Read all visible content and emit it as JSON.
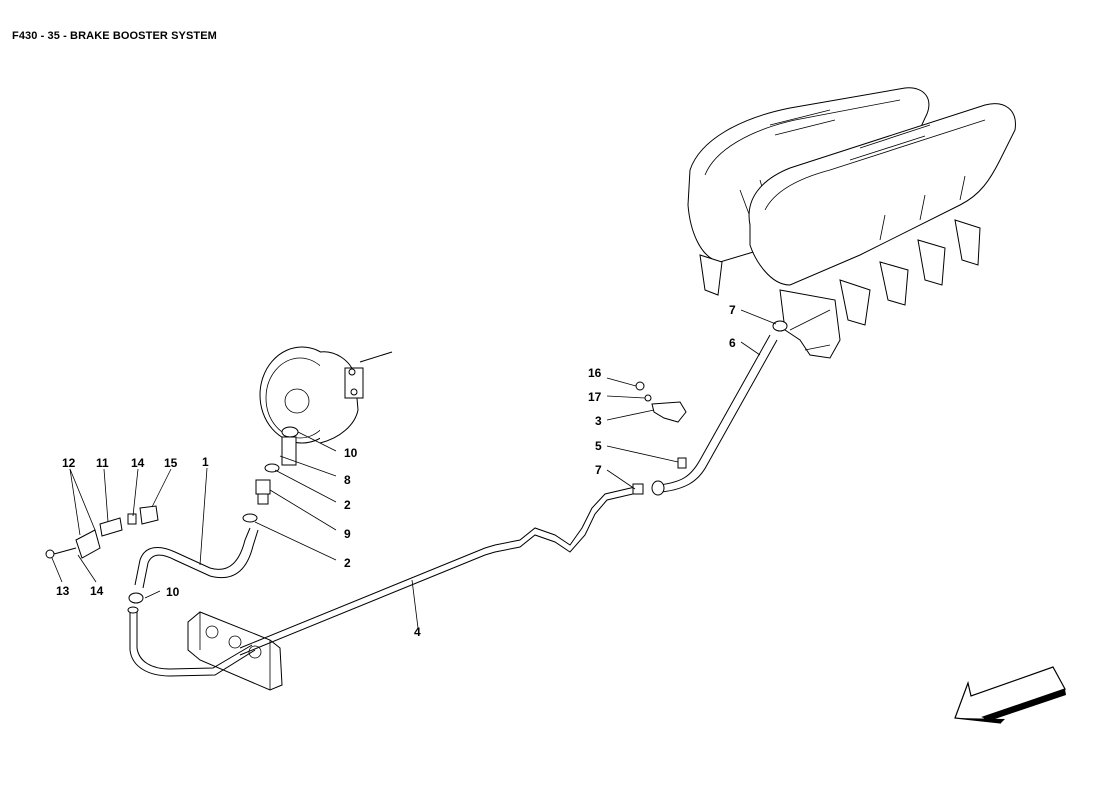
{
  "title": "F430 - 35 - BRAKE BOOSTER SYSTEM",
  "callouts": [
    {
      "id": "c1",
      "label": "1"
    },
    {
      "id": "c2a",
      "label": "2"
    },
    {
      "id": "c2b",
      "label": "2"
    },
    {
      "id": "c3",
      "label": "3"
    },
    {
      "id": "c4",
      "label": "4"
    },
    {
      "id": "c5",
      "label": "5"
    },
    {
      "id": "c6",
      "label": "6"
    },
    {
      "id": "c7a",
      "label": "7"
    },
    {
      "id": "c7b",
      "label": "7"
    },
    {
      "id": "c8",
      "label": "8"
    },
    {
      "id": "c9",
      "label": "9"
    },
    {
      "id": "c10a",
      "label": "10"
    },
    {
      "id": "c10b",
      "label": "10"
    },
    {
      "id": "c11",
      "label": "11"
    },
    {
      "id": "c12",
      "label": "12"
    },
    {
      "id": "c13",
      "label": "13"
    },
    {
      "id": "c14a",
      "label": "14"
    },
    {
      "id": "c14b",
      "label": "14"
    },
    {
      "id": "c15",
      "label": "15"
    },
    {
      "id": "c16",
      "label": "16"
    },
    {
      "id": "c17",
      "label": "17"
    }
  ],
  "icons": {
    "direction_arrow": "direction-arrow-icon"
  }
}
